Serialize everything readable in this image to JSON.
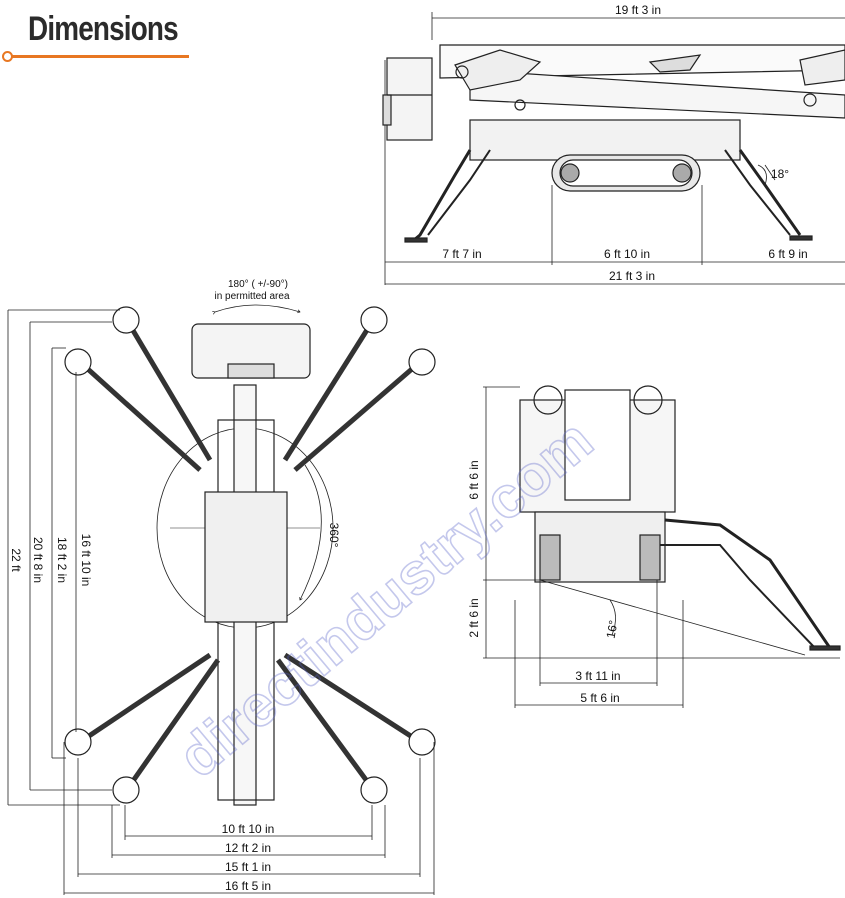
{
  "header": {
    "title": "Dimensions",
    "accent_color": "#e87722"
  },
  "side_view": {
    "overall_length": "19 ft 3 in",
    "rear_segment": "7 ft 7 in",
    "track_segment": "6 ft 10 in",
    "front_segment": "6 ft 9 in",
    "outrigger_span": "21 ft 3 in",
    "outrigger_angle": "18°"
  },
  "top_view": {
    "rotation_label_line1": "180° ( +/-90°)",
    "rotation_label_line2": "in permitted area",
    "turret_rotation": "360°",
    "vertical_1": "16 ft 10 in",
    "vertical_2": "18 ft 2 in",
    "vertical_3": "20 ft 8 in",
    "vertical_4": "22 ft",
    "horizontal_1": "10 ft 10 in",
    "horizontal_2": "12 ft 2 in",
    "horizontal_3": "15 ft 1 in",
    "horizontal_4": "16 ft 5 in"
  },
  "rear_view": {
    "height_upper": "6 ft 6 in",
    "height_lower": "2 ft 6 in",
    "slope_angle": "16°",
    "track_width": "3 ft 11 in",
    "overall_width": "5 ft 6 in"
  },
  "watermark": {
    "text": "directindustry.com",
    "color": "#5a63c9"
  }
}
